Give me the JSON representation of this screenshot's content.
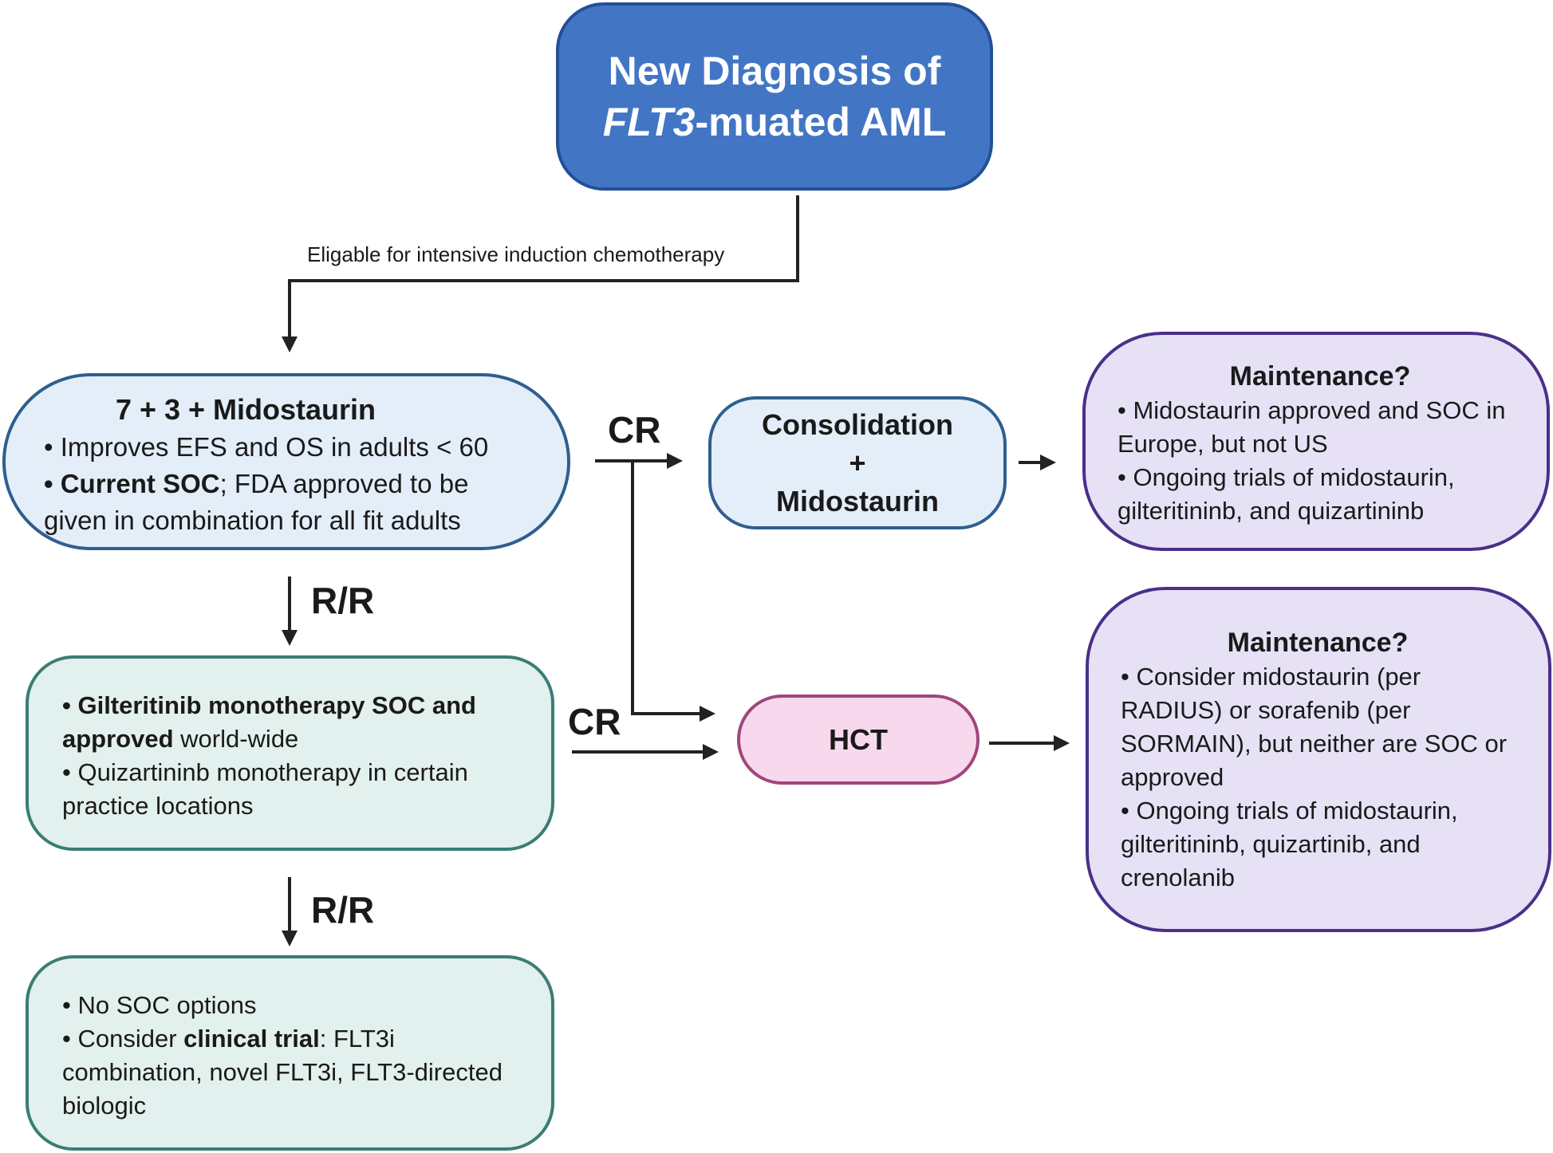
{
  "diagnosis": {
    "title_line1": "New Diagnosis of",
    "title_gene": "FLT3",
    "title_line2_rest": "-muated AML"
  },
  "edge_labels": {
    "eligible": "Eligable for intensive induction chemotherapy",
    "cr_top": "CR",
    "rr_first": "R/R",
    "cr_mid": "CR",
    "rr_second": "R/R"
  },
  "induction": {
    "title": "7 + 3 + Midostaurin",
    "bullet1": "• Improves EFS and OS in adults < 60",
    "bullet2_bold": "• Current SOC",
    "bullet2_rest": "; FDA approved to be given in combination for all fit adults"
  },
  "consolidation": {
    "line1": "Consolidation",
    "line2": "+",
    "line3": "Midostaurin"
  },
  "maintenance_top": {
    "title": "Maintenance?",
    "bullet1": "• Midostaurin approved and SOC in Europe, but not US",
    "bullet2": "• Ongoing trials of midostaurin, gilteritininb, and quizartininb"
  },
  "second_line": {
    "bullet1_bold": "• Gilteritinib monotherapy SOC and approved",
    "bullet1_rest": " world-wide",
    "bullet2": "• Quizartininb  monotherapy in certain practice locations"
  },
  "hct": {
    "label": "HCT"
  },
  "maintenance_bottom": {
    "title": "Maintenance?",
    "bullet1": "• Consider midostaurin (per RADIUS) or sorafenib (per SORMAIN), but neither are SOC or approved",
    "bullet2": "• Ongoing trials of midostaurin, gilteritininb, quizartinib, and crenolanib"
  },
  "third_line": {
    "bullet1": "• No SOC options",
    "bullet2_pre": "• Consider ",
    "bullet2_bold": "clinical trial",
    "bullet2_rest": ": FLT3i combination, novel FLT3i, FLT3-directed biologic"
  },
  "colors": {
    "title_fill": "#4276c4",
    "blue_fill": "#e3eef9",
    "green_fill": "#e2f0ee",
    "purple_fill": "#e6e1f5",
    "pink_fill": "#f7d8ec",
    "connector": "#222222"
  }
}
